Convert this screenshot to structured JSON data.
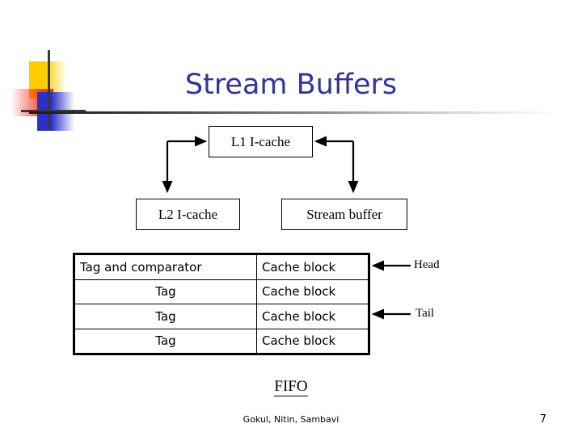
{
  "slide": {
    "title": "Stream Buffers",
    "page_number": "7",
    "authors": "Gokul, Nitin, Sambavi",
    "caption": "FIFO",
    "title_color": "#333399"
  },
  "diagram": {
    "boxes": [
      {
        "id": "l1",
        "label": "L1 I-cache"
      },
      {
        "id": "l2",
        "label": "L2 I-cache"
      },
      {
        "id": "sb",
        "label": "Stream buffer"
      }
    ],
    "pointers": [
      {
        "id": "head",
        "label": "Head"
      },
      {
        "id": "tail",
        "label": "Tail"
      }
    ]
  },
  "fifo_table": {
    "rows": [
      {
        "tag": "Tag and comparator",
        "block": "Cache block"
      },
      {
        "tag": "Tag",
        "block": "Cache block"
      },
      {
        "tag": "Tag",
        "block": "Cache block"
      },
      {
        "tag": "Tag",
        "block": "Cache block"
      }
    ]
  }
}
